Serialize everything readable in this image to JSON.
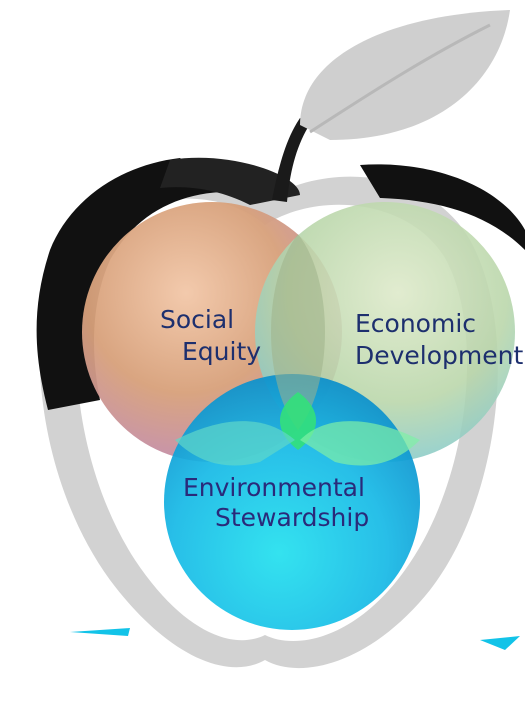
{
  "colors": {
    "apple_body": "#d2d2d2",
    "apple_shadow": "#111111",
    "leaf": "#d0d0d0",
    "stem": "#1a1a1a",
    "social": "#d59a6c",
    "economic": "#b6d2a8",
    "environmental": "#19b7e8",
    "label_text": "#1d2f6e"
  },
  "diagram": {
    "social": {
      "line1": "Social",
      "line2": "Equity"
    },
    "economic": {
      "line1": "Economic",
      "line2": "Development"
    },
    "environmental": {
      "line1": "Environmental",
      "line2": "Stewardship"
    }
  }
}
